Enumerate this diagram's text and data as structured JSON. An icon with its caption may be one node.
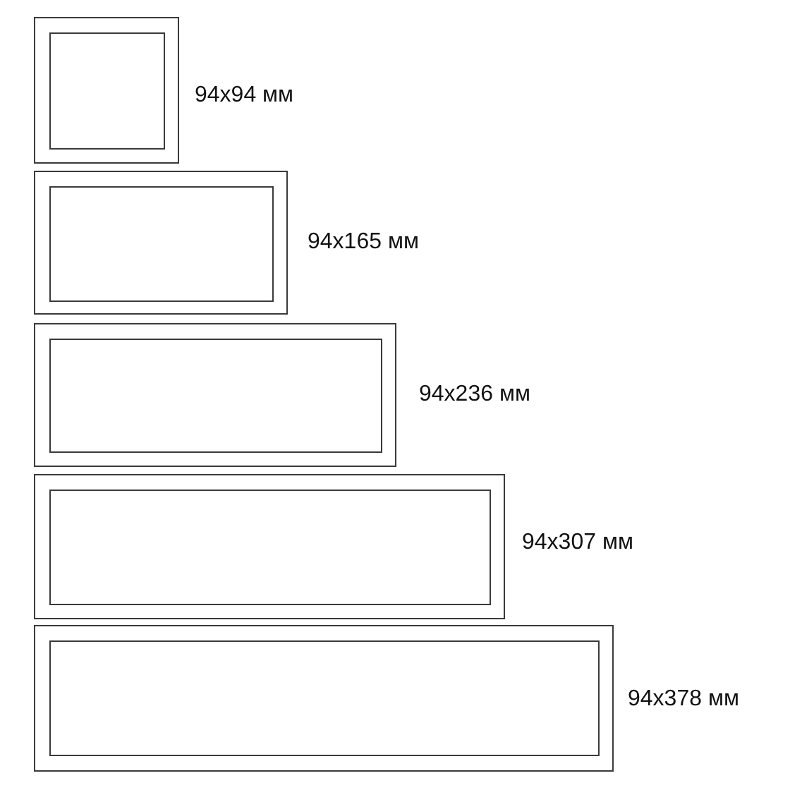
{
  "diagram": {
    "nodes": [
      {
        "text": [],
        "shape": "box",
        "beside": [
          "94x94 мм"
        ]
      },
      {
        "text": [],
        "shape": "box",
        "in": 0
      },
      {
        "text": [],
        "shape": "box",
        "beside": [
          "94x165 мм"
        ]
      },
      {
        "text": [],
        "shape": "box",
        "in": 2
      },
      {
        "text": [],
        "shape": "box",
        "beside": [
          "94x236 мм"
        ]
      },
      {
        "text": [],
        "shape": "box",
        "in": 4
      },
      {
        "text": [],
        "shape": "box",
        "beside": [
          "94x307 мм"
        ]
      },
      {
        "text": [],
        "shape": "box",
        "in": 6
      },
      {
        "text": [],
        "shape": "box",
        "beside": [
          "94x378 мм"
        ]
      },
      {
        "text": [],
        "shape": "box",
        "in": 8
      }
    ]
  }
}
